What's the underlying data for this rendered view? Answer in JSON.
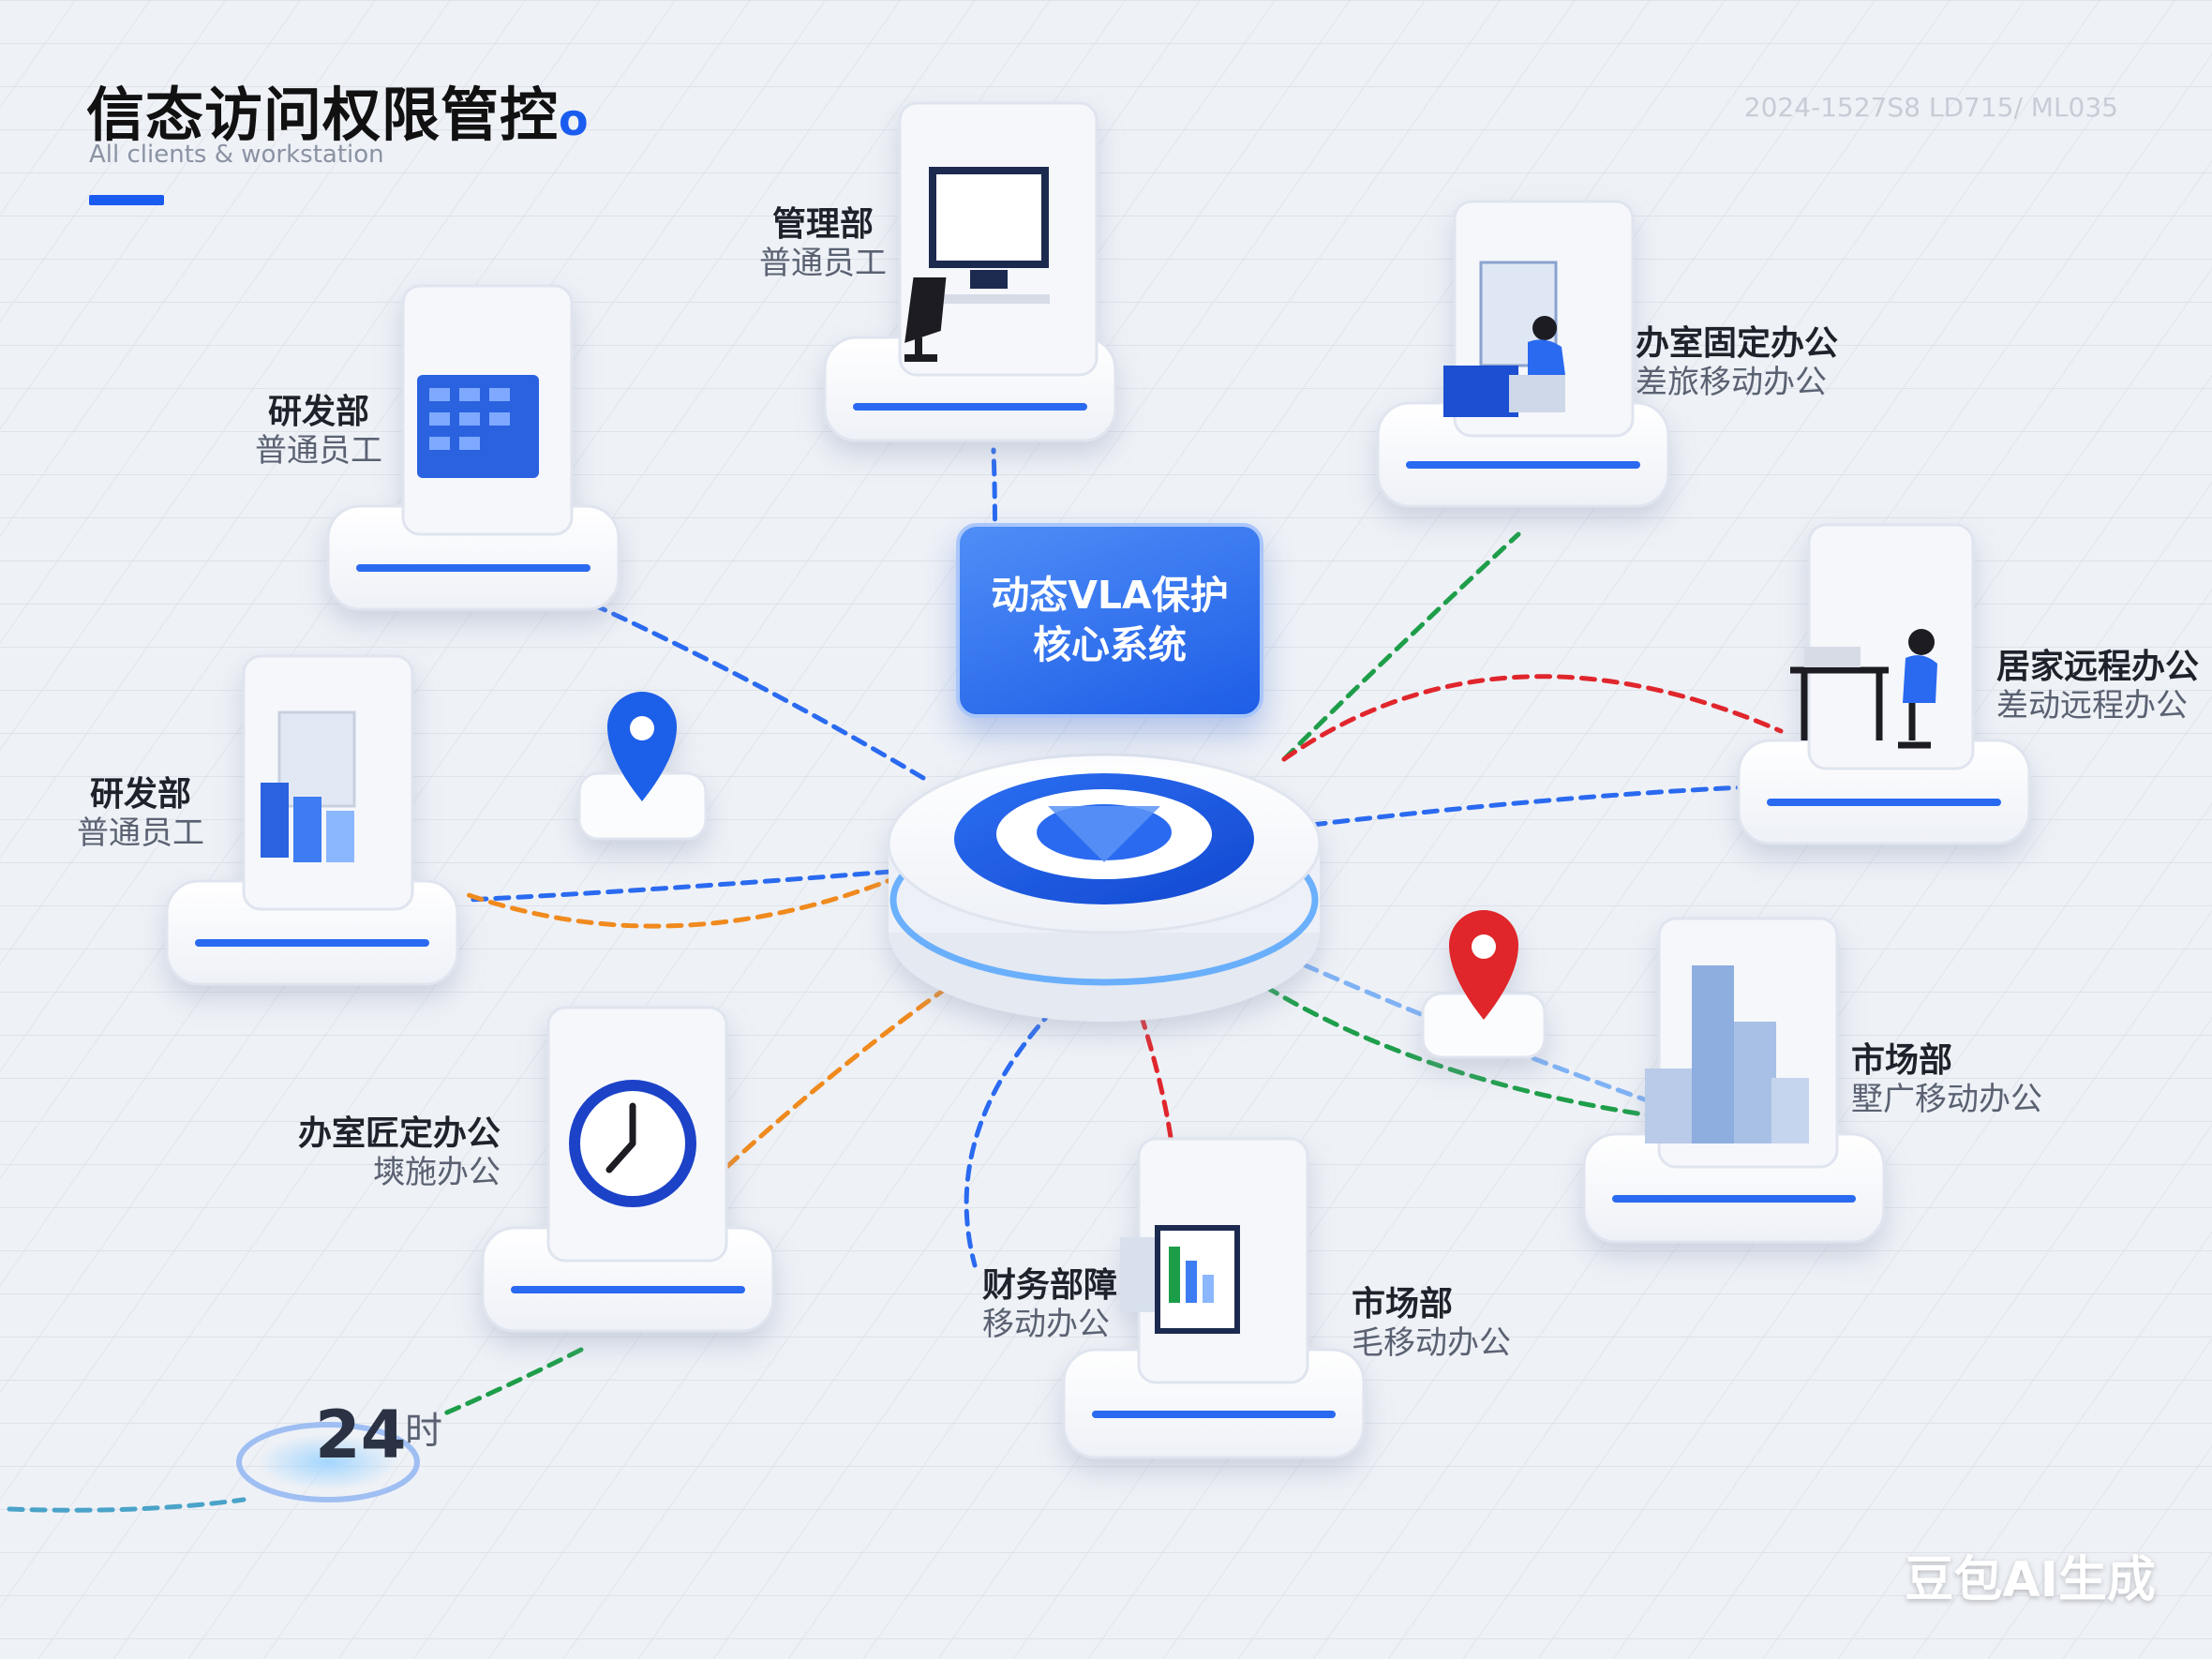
{
  "header": {
    "title": "信态访问权限管控",
    "title_dot": "o",
    "subtitle": "All clients & workstation",
    "timestamp": "2024-1527S8 LD715/ ML035"
  },
  "core": {
    "line1": "动态VLA保护",
    "line2": "核心系统"
  },
  "nodes": [
    {
      "id": "top",
      "line1": "管理部",
      "line2": "普通员工"
    },
    {
      "id": "upper-left",
      "line1": "研发部",
      "line2": "普通员工"
    },
    {
      "id": "left",
      "line1": "研发部",
      "line2": "普通员工"
    },
    {
      "id": "upper-right",
      "line1": "办室固定办公",
      "line2": "差旅移动办公"
    },
    {
      "id": "right",
      "line1": "居家远程办公",
      "line2": "差动远程办公"
    },
    {
      "id": "lower-right",
      "line1": "市场部",
      "line2": "墅广移动办公"
    },
    {
      "id": "bottom-left",
      "line1": "办室匠定办公",
      "line2": "塽施办公"
    },
    {
      "id": "bottom-mid",
      "line1": "财务部障",
      "line2": "移动办公"
    },
    {
      "id": "bottom-right",
      "line1": "市场部",
      "line2": "毛移动办公"
    }
  ],
  "timer": {
    "value": "24",
    "unit": "时"
  },
  "watermark": "豆包AI生成",
  "colors": {
    "accent": "#1a5cf0",
    "red": "#e0262c",
    "green": "#1e9e4a",
    "orange": "#f08a1e",
    "blue_dash": "#2a6af0"
  },
  "icons": [
    "monitor-desk-icon",
    "calendar-monitor-icon",
    "document-chart-icon",
    "office-worker-icon",
    "remote-worker-icon",
    "buildings-icon",
    "clock-icon",
    "chart-screen-icon",
    "location-pin-icon"
  ]
}
